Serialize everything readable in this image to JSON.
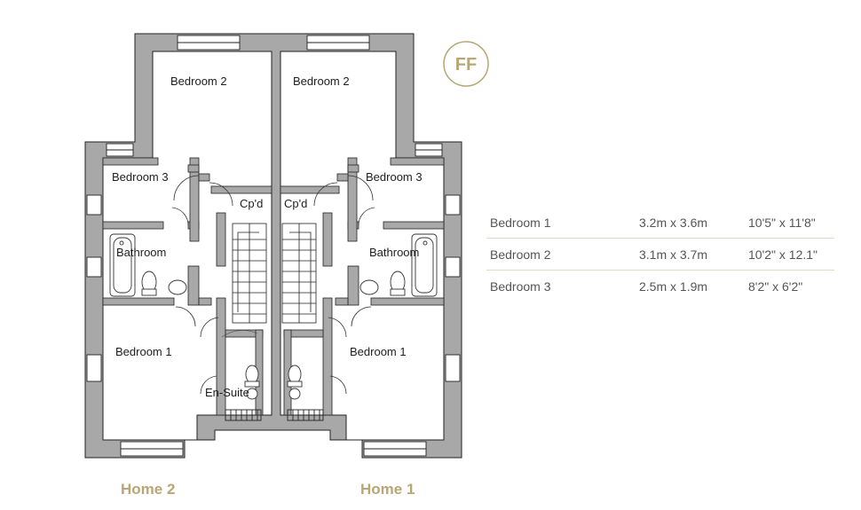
{
  "plan": {
    "rooms": {
      "h2_bed2": "Bedroom 2",
      "h1_bed2": "Bedroom 2",
      "h2_bed3": "Bedroom 3",
      "h1_bed3": "Bedroom 3",
      "h2_cpd": "Cp'd",
      "h1_cpd": "Cp'd",
      "h2_bath": "Bathroom",
      "h1_bath": "Bathroom",
      "h2_bed1": "Bedroom 1",
      "h1_bed1": "Bedroom 1",
      "h2_ensuite": "En-Suite"
    },
    "floor_badge": "FF",
    "home_left": "Home 2",
    "home_right": "Home 1"
  },
  "dimensions": {
    "rows": [
      {
        "room": "Bedroom 1",
        "metric": "3.2m x 3.6m",
        "imperial": "10'5\" x 11'8\""
      },
      {
        "room": "Bedroom 2",
        "metric": "3.1m x 3.7m",
        "imperial": "10'2\" x 12.1\""
      },
      {
        "room": "Bedroom 3",
        "metric": "2.5m x 1.9m",
        "imperial": "8'2\" x 6'2\""
      }
    ]
  },
  "colors": {
    "wall": "#a8a8a8",
    "wall_outline": "#222222",
    "accent_gold": "#b7a776",
    "table_text": "#555555"
  }
}
